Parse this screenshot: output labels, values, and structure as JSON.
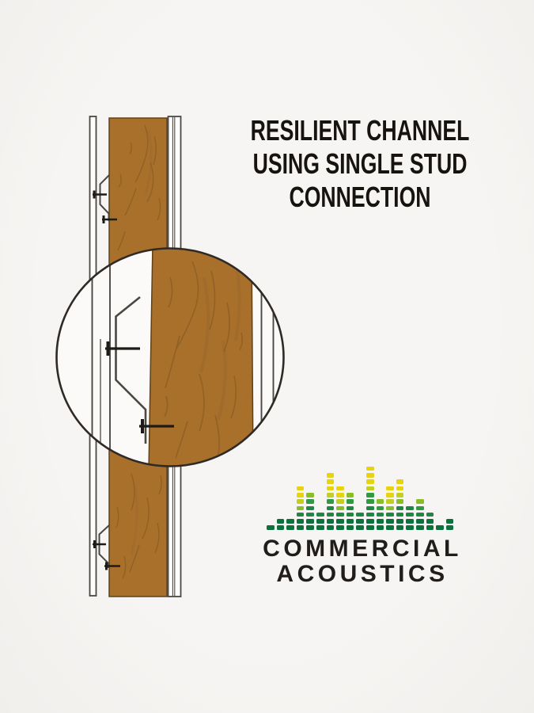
{
  "title": {
    "lines": [
      "RESILIENT CHANNEL",
      "USING SINGLE STUD",
      "CONNECTION"
    ],
    "color": "#17130f"
  },
  "diagram": {
    "subject": "wall-section-detail",
    "description": "Section through single wood stud wall with resilient channel and gypsum board, magnified circular callout of channel connection",
    "colors": {
      "background": "#f4f3f1",
      "stud_wood": "#a8702b",
      "stud_edge": "#5f4118",
      "wood_grain": "#7c5220",
      "outline": "#4b4742",
      "panel_fill": "#fdfdfb",
      "circle_stroke": "#2f2a25",
      "screw": "#1d1a17"
    }
  },
  "logo": {
    "name": "commercial-acoustics-logo",
    "line1": "COMMERCIAL",
    "line2": "ACOUSTICS",
    "text_color": "#201d1a",
    "equalizer": {
      "heights": [
        1,
        2,
        2,
        7,
        6,
        3,
        9,
        7,
        6,
        3,
        10,
        5,
        7,
        8,
        4,
        5,
        3,
        1,
        2
      ],
      "palette": {
        "darkGreen": "#0d713e",
        "green": "#1d8743",
        "midGreen": "#2f9a3f",
        "lightGreen": "#8abd28",
        "yellowGreen": "#c3cf1d",
        "yellow": "#e8d30f"
      }
    }
  }
}
